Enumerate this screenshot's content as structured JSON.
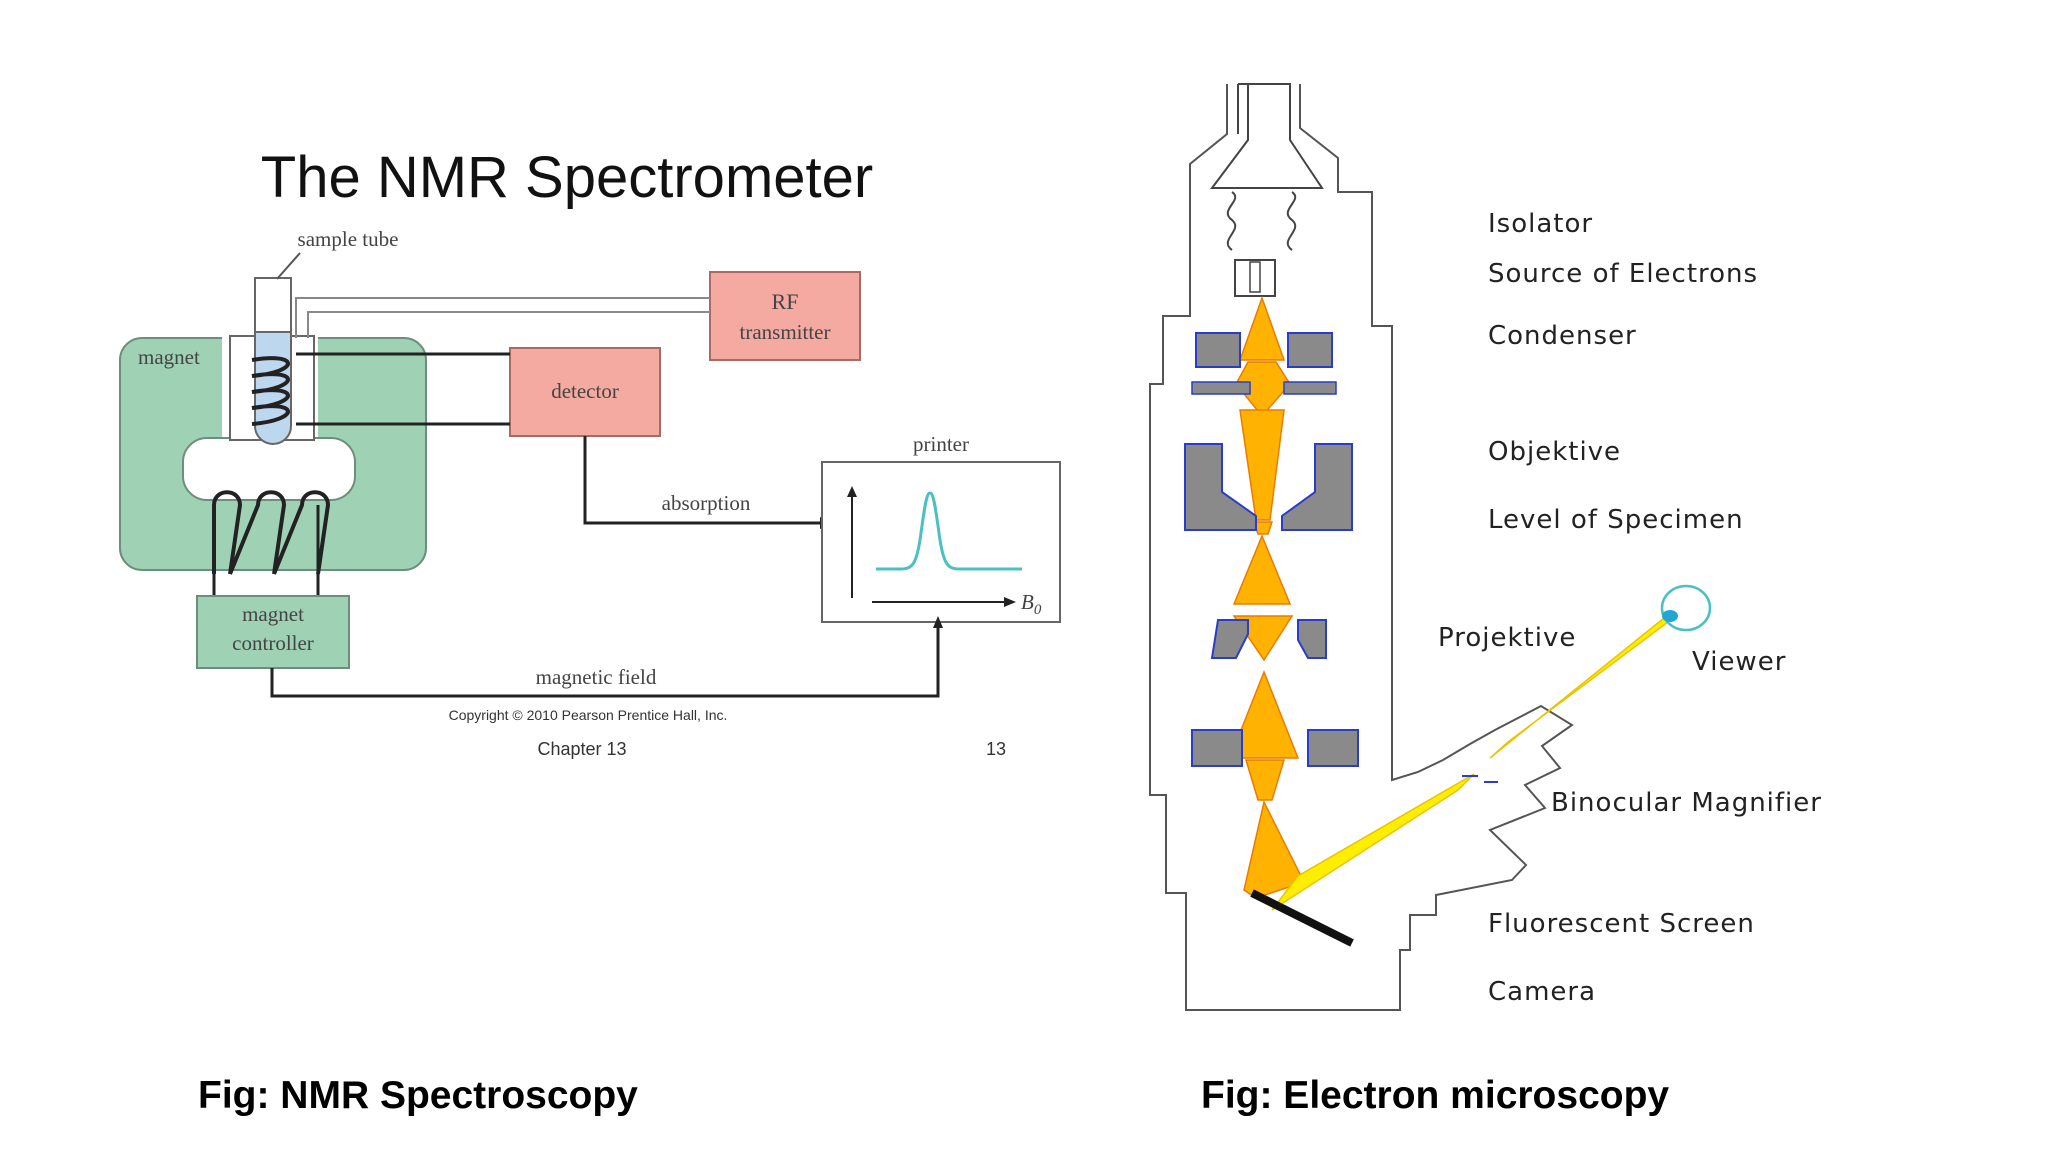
{
  "nmr": {
    "title": "The NMR Spectrometer",
    "labels": {
      "sample_tube": "sample tube",
      "magnet": "magnet",
      "rf_line1": "RF",
      "rf_line2": "transmitter",
      "detector": "detector",
      "printer": "printer",
      "absorption": "absorption",
      "b0": "B",
      "b0_sub": "0",
      "magnet_controller_line1": "magnet",
      "magnet_controller_line2": "controller",
      "magnetic_field": "magnetic field"
    },
    "footer": {
      "copyright": "Copyright © 2010 Pearson Prentice Hall, Inc.",
      "chapter": "Chapter 13",
      "page": "13"
    },
    "caption": "Fig: NMR Spectroscopy"
  },
  "em": {
    "labels": {
      "isolator": "Isolator",
      "source": "Source of Electrons",
      "condenser": "Condenser",
      "objektive": "Objektive",
      "specimen": "Level of Specimen",
      "projektive": "Projektive",
      "viewer": "Viewer",
      "binocular": "Binocular Magnifier",
      "screen": "Fluorescent Screen",
      "camera": "Camera"
    },
    "caption": "Fig: Electron microscopy"
  },
  "colors": {
    "magnet_green": "#9fd1b4",
    "box_pink": "#f4aaa0",
    "beam_orange": "#ffb300",
    "beam_yellow": "#ffee00",
    "lens_gray": "#8a8a8a",
    "lens_border": "#2a3cc8",
    "peak_teal": "#4bbfc3"
  }
}
